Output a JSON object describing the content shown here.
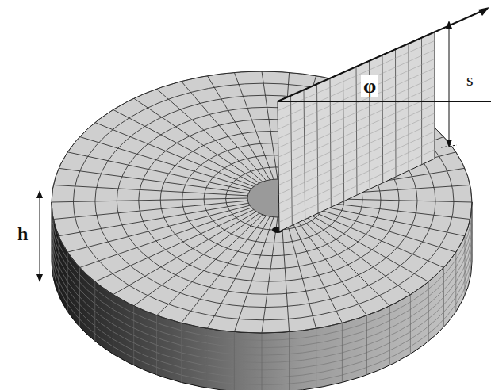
{
  "diagram": {
    "labels": [
      "φ",
      "s",
      "h"
    ]
  }
}
